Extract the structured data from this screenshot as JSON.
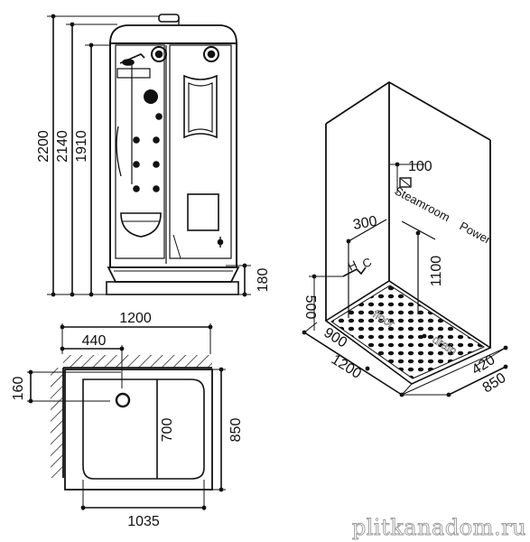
{
  "front_view": {
    "height_overall": "2200",
    "height_top": "2140",
    "height_shower": "1910",
    "height_tray": "180"
  },
  "plan_view": {
    "width_overall": "1200",
    "drain_offset_x": "440",
    "drain_offset_y": "160",
    "inner_depth": "700",
    "depth_overall": "850",
    "base_width": "1035"
  },
  "iso_view": {
    "power_height": "100",
    "steamroom_label": "Steamroom",
    "power_label": "Power",
    "pipe_offset": "300",
    "pipe_height": "1100",
    "hot_label": "H",
    "cold_label": "C",
    "floor_height": "500",
    "floor_depth": "900",
    "floor_width": "1200",
    "floor_offset": "420",
    "floor_side": "850",
    "floor_word_1": "floor",
    "floor_word_2": "drain"
  },
  "watermark": "plitkanadom.ru",
  "colors": {
    "line": "#111111",
    "watermark_stroke": "#9a9a9a"
  }
}
